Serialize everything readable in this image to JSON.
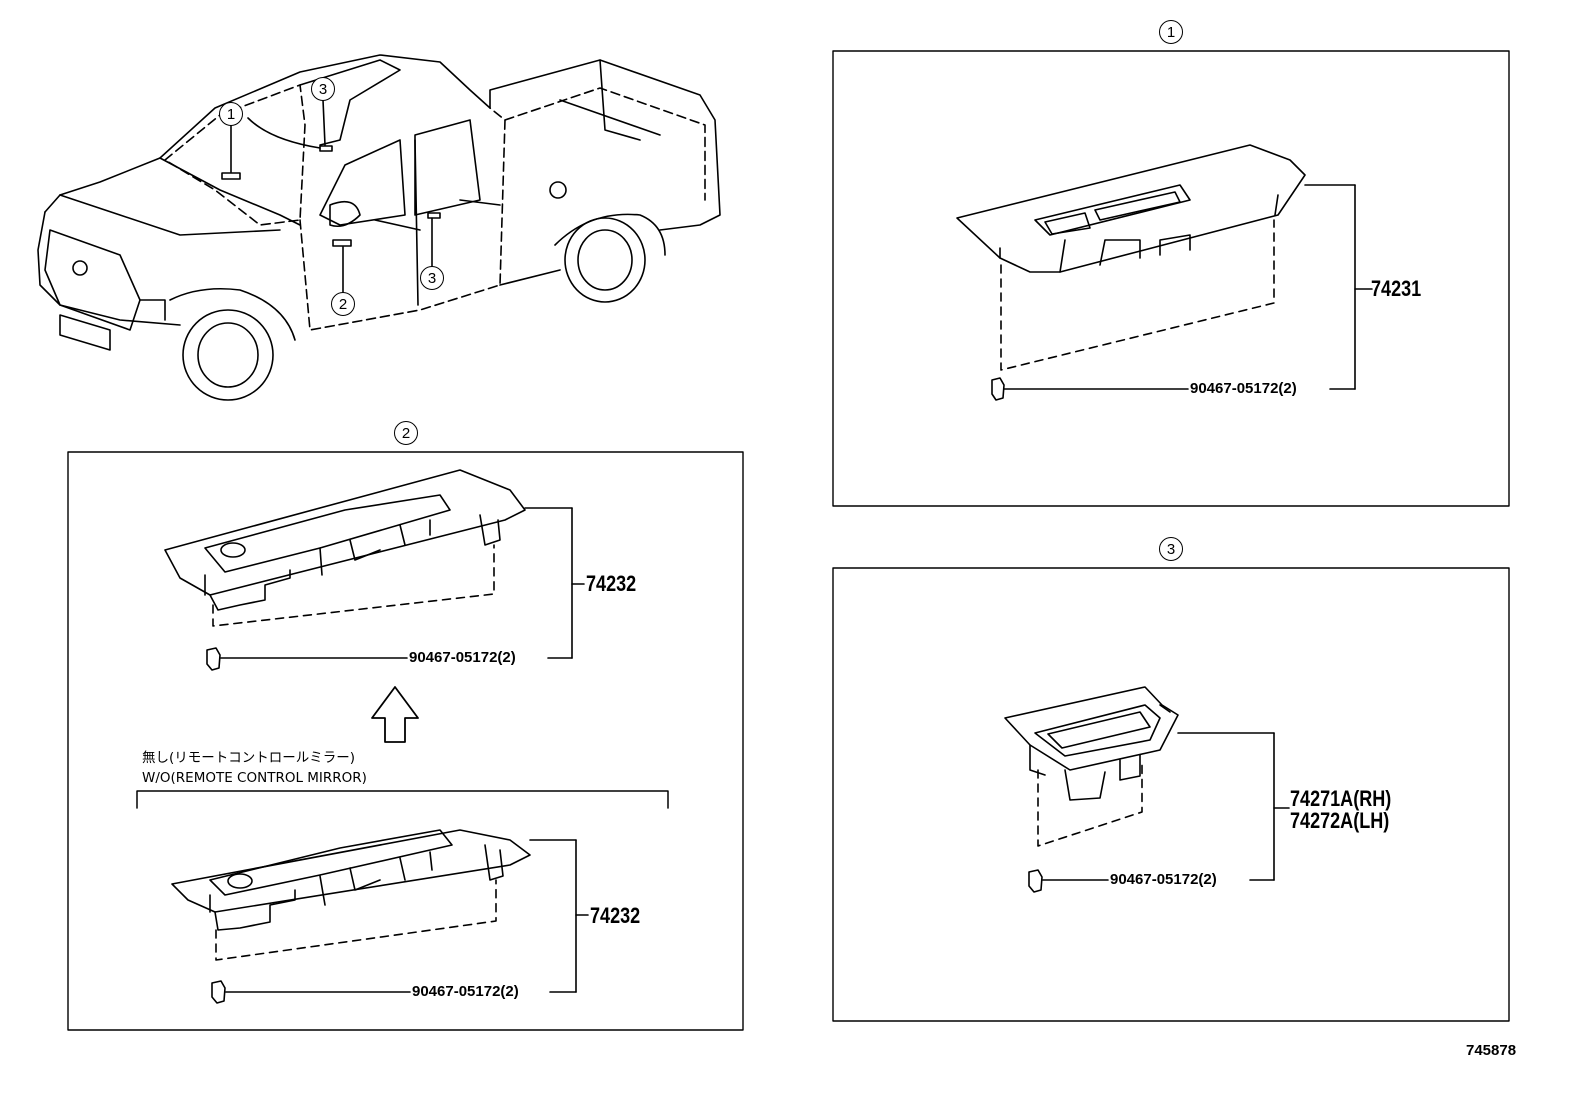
{
  "callouts": {
    "c1": "1",
    "c2": "2",
    "c3": "3"
  },
  "vehicle_markers": {
    "m1": "1",
    "m2": "2",
    "m3a": "3",
    "m3b": "3"
  },
  "panel_1": {
    "part_main": "74231",
    "part_clip": "90467-05172(2)"
  },
  "panel_2": {
    "upper_part_main": "74232",
    "upper_part_clip": "90467-05172(2)",
    "variant_note_jp": "無し(リモートコントロールミラー)",
    "variant_note_en": "W/O(REMOTE CONTROL  MIRROR)",
    "lower_part_main": "74232",
    "lower_part_clip": "90467-05172(2)"
  },
  "panel_3": {
    "part_rh": "74271A(RH)",
    "part_lh": "74272A(LH)",
    "part_clip": "90467-05172(2)"
  },
  "diagram_id": "745878",
  "icons": [
    "pickup-truck-illustration",
    "window-switch-bezel",
    "clip-fastener",
    "up-arrow-icon"
  ]
}
